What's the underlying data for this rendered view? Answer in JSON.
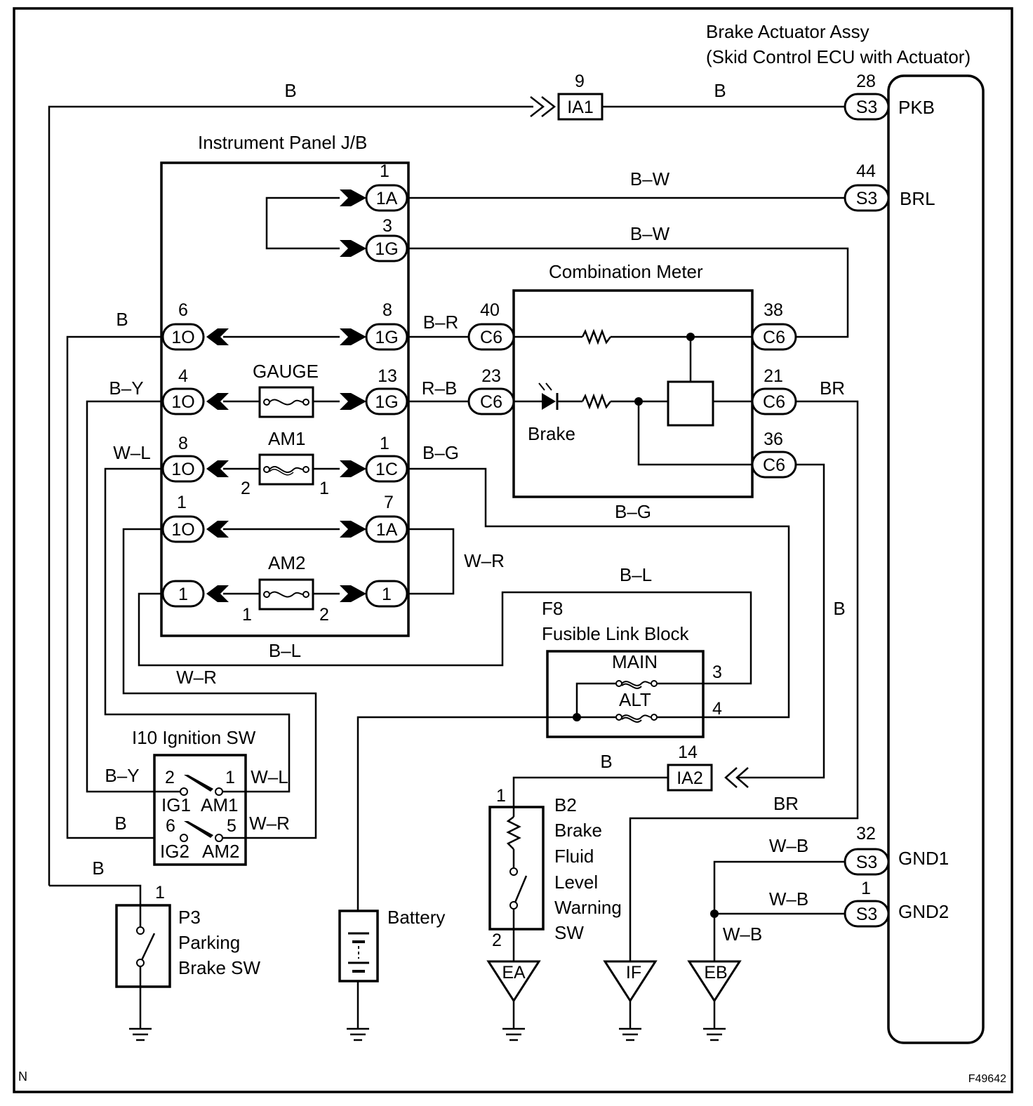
{
  "brake_actuator": {
    "title_line1": "Brake Actuator Assy",
    "title_line2": "(Skid Control ECU with Actuator)",
    "pins": [
      "PKB",
      "BRL",
      "GND1",
      "GND2"
    ]
  },
  "instrument_panel_jb": {
    "title": "Instrument Panel J/B",
    "fuses": [
      "GAUGE",
      "AM1",
      "AM2"
    ]
  },
  "combination_meter": {
    "title": "Combination Meter",
    "lamp": "Brake"
  },
  "fusible_link_block": {
    "id": "F8",
    "title": "Fusible Link Block",
    "fuses": [
      "MAIN",
      "ALT"
    ]
  },
  "ignition_sw": {
    "title": "I10 Ignition SW",
    "terminals": [
      "IG1",
      "AM1",
      "IG2",
      "AM2"
    ]
  },
  "parking_brake_sw": {
    "id": "P3",
    "line1": "Parking",
    "line2": "Brake SW"
  },
  "battery": {
    "label": "Battery"
  },
  "brake_fluid_sw": {
    "id": "B2",
    "lines": [
      "Brake",
      "Fluid",
      "Level",
      "Warning",
      "SW"
    ]
  },
  "grounds": [
    "EA",
    "IF",
    "EB"
  ],
  "connectors": {
    "ia1": "IA1",
    "ia2": "IA2",
    "s3": "S3",
    "c6": "C6",
    "j1a": "1A",
    "j1g": "1G",
    "j1o": "1O",
    "j1c": "1C",
    "j1": "1"
  },
  "pin_numbers": {
    "ia1": "9",
    "pkb": "28",
    "brl": "44",
    "j1a_top": "1",
    "j1g_top": "3",
    "j1o_6": "6",
    "j1g_8": "8",
    "c6_40": "40",
    "c6_38": "38",
    "j1o_4": "4",
    "j1g_13": "13",
    "c6_23": "23",
    "c6_21": "21",
    "j1o_8": "8",
    "j1c_1": "1",
    "c6_36": "36",
    "j1o_1": "1",
    "j1a_7": "7",
    "am1_2": "2",
    "am1_1": "1",
    "am2_1": "1",
    "am2_2": "2",
    "fl_3": "3",
    "fl_4": "4",
    "ia2": "14",
    "b2_1": "1",
    "b2_2": "2",
    "gnd1": "32",
    "gnd2": "1",
    "p3_1": "1",
    "ig_2": "2",
    "ig_1": "1",
    "ig_6": "6",
    "ig_5": "5"
  },
  "wire_colors": {
    "top_left": "B",
    "top_right": "B",
    "brl": "B–W",
    "b_w2": "B–W",
    "b_1o6": "B",
    "b_r": "B–R",
    "b_y": "B–Y",
    "r_b": "R–B",
    "br": "BR",
    "w_l": "W–L",
    "b_g": "B–G",
    "b_g_bottom": "B–G",
    "w_r": "W–R",
    "b_l_top": "B–L",
    "b_l_bottom": "B–L",
    "w_r_left": "W–R",
    "b_right": "B",
    "ig_b_y": "B–Y",
    "ig_w_l": "W–L",
    "ig_b": "B",
    "ig_w_r": "W–R",
    "p3_b": "B",
    "ia2_b": "B",
    "br_bottom": "BR",
    "w_b1": "W–B",
    "w_b2": "W–B",
    "w_b3": "W–B"
  },
  "footer": {
    "left": "N",
    "right": "F49642"
  }
}
